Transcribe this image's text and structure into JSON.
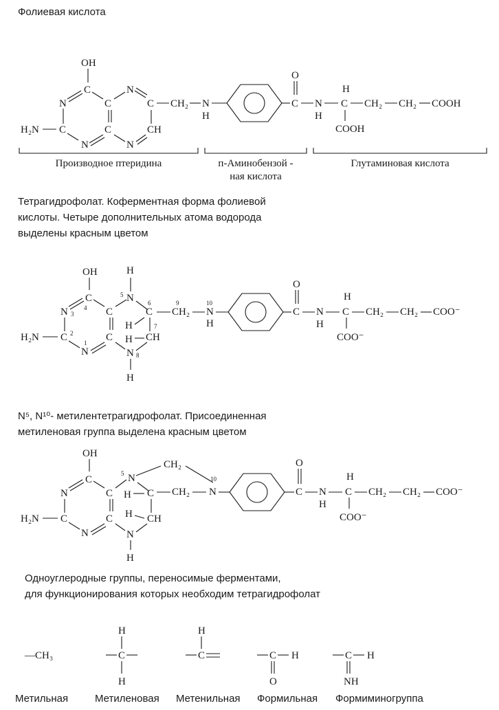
{
  "folic": {
    "title": "Фолиевая кислота",
    "segments": [
      "Производное птеридина",
      "п-Аминобензой -\nная кислота",
      "Глутаминовая кислота"
    ]
  },
  "thf": {
    "caption": "Тетрагидрофолат. Коферментная форма фолиевой\nкислоты. Четыре дополнительных атома водорода\nвыделены красным цветом"
  },
  "methylene": {
    "caption": "N⁵, N¹⁰- метилентетрагидрофолат. Присоединенная\nметиленовая группа выделена красным цветом"
  },
  "onecarbon": {
    "caption": "Одноуглеродные группы, переносимые ферментами,\nдля функционирования которых необходим тетрагидрофолат",
    "groups": [
      "Метильная",
      "Метиленовая",
      "Метенильная",
      "Формильная",
      "Формиминогруппа"
    ]
  },
  "atoms": {
    "OH": "OH",
    "N": "N",
    "C": "C",
    "H": "H",
    "O": "O",
    "CH": "CH",
    "H2N": "H₂N",
    "CH2": "CH₂",
    "COOH": "COOH",
    "COO": "COO⁻",
    "CH3": "—CH₃",
    "NH": "NH"
  },
  "numbers": [
    "1",
    "2",
    "3",
    "4",
    "5",
    "6",
    "7",
    "8",
    "9",
    "10"
  ]
}
